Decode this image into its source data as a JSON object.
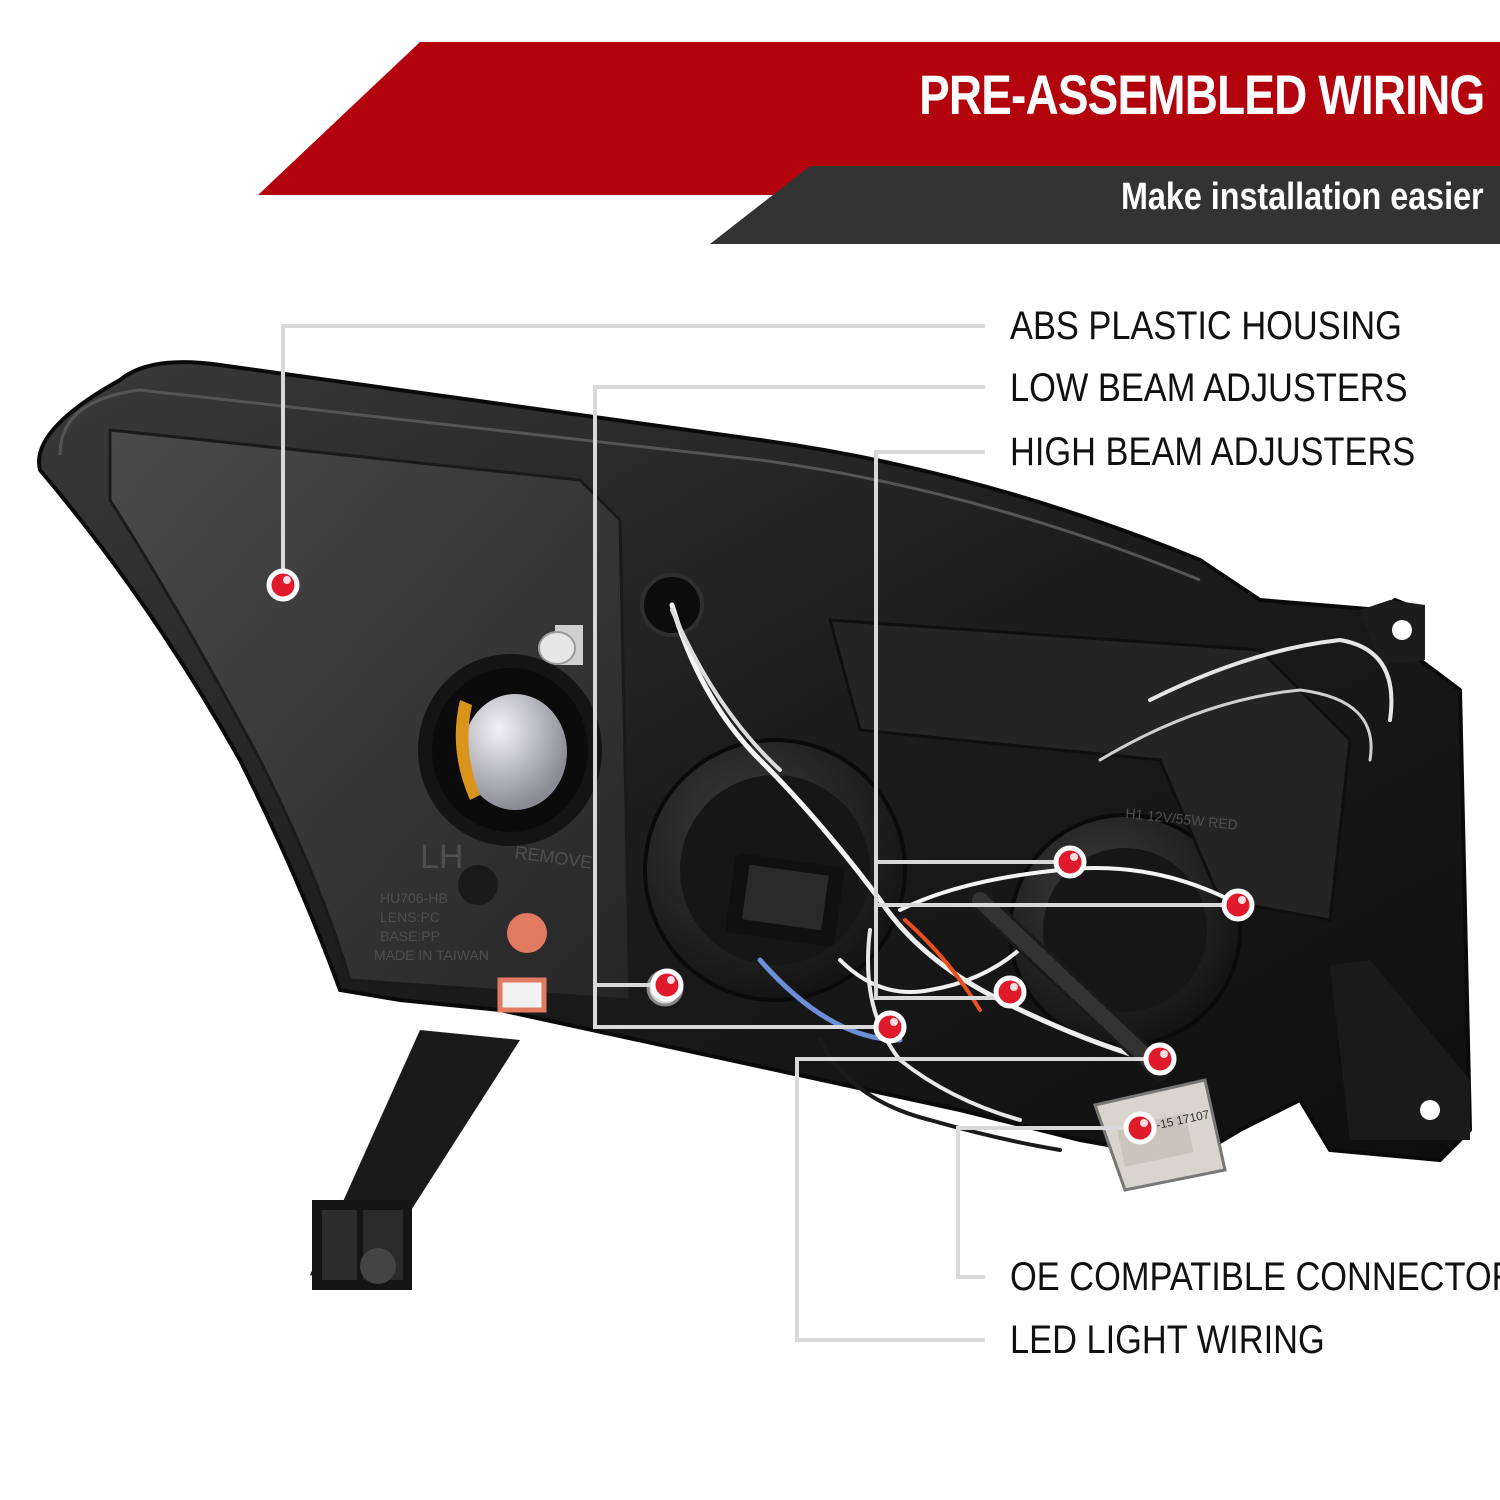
{
  "banner": {
    "title": "PRE-ASSEMBLED WIRING",
    "subtitle": "Make installation easier",
    "colors": {
      "red": "#b3040d",
      "dark": "#333333"
    }
  },
  "callouts": [
    {
      "label": "ABS PLASTIC HOUSING"
    },
    {
      "label": "LOW BEAM ADJUSTERS"
    },
    {
      "label": "HIGH BEAM ADJUSTERS"
    },
    {
      "label": "OE COMPATIBLE CONNECTORS"
    },
    {
      "label": "LED LIGHT WIRING"
    }
  ],
  "housing": {
    "side_mark": "LH",
    "remove_mark": "REMOVE",
    "part_marks": [
      "HU706-HB",
      "LENS:PC",
      "BASE:PP",
      "MADE IN TAIWAN"
    ],
    "bulb_mark": "H1 12V/55W RED",
    "connector_mark": "AT05-15 17107"
  },
  "marker_color": "#e11a2b"
}
